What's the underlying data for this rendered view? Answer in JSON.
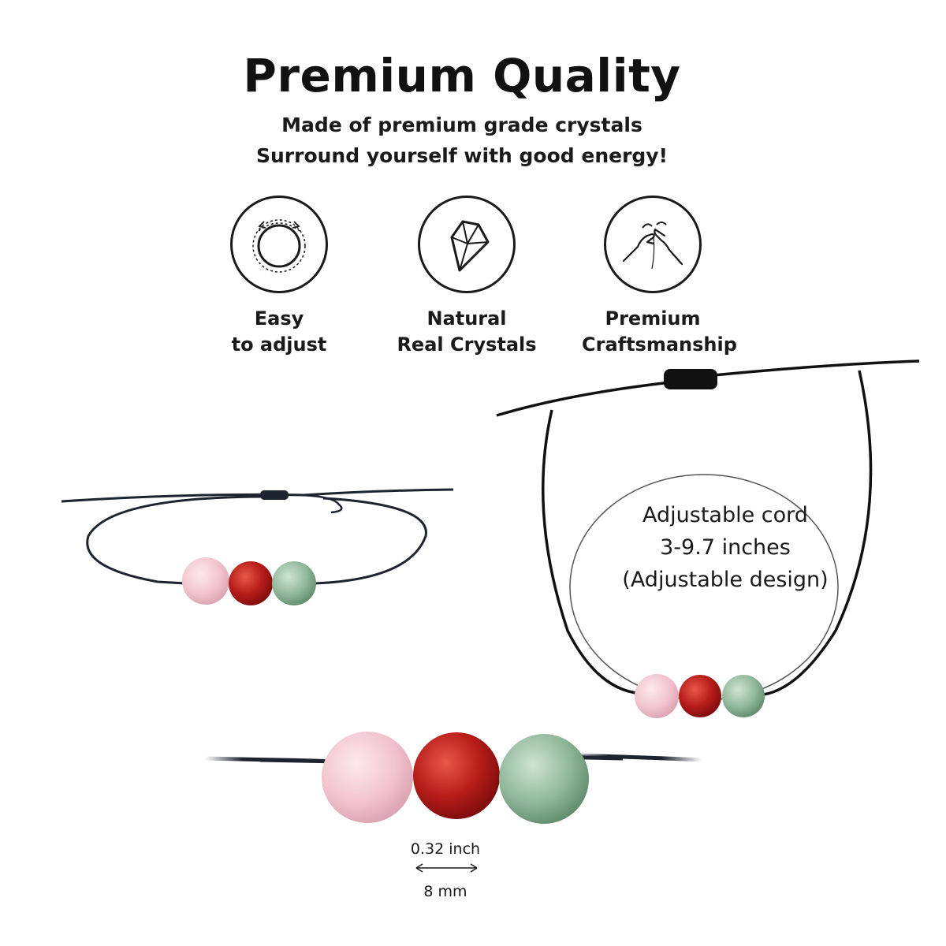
{
  "header": {
    "title": "Premium Quality",
    "subtitle_line1": "Made of premium grade crystals",
    "subtitle_line2": "Surround yourself with good energy!"
  },
  "features": [
    {
      "icon": "adjust-circle-icon",
      "line1": "Easy",
      "line2": "to adjust"
    },
    {
      "icon": "crystal-icon",
      "line1": "Natural",
      "line2": "Real Crystals"
    },
    {
      "icon": "hands-threading-icon",
      "line1": "Premium",
      "line2": "Craftsmanship"
    }
  ],
  "cord_info": {
    "line1": "Adjustable cord",
    "line2": "3-9.7 inches",
    "line3": "(Adjustable design)"
  },
  "bead_size": {
    "inches": "0.32 inch",
    "mm": "8 mm"
  },
  "colors": {
    "rose_quartz": "#f2c4cf",
    "carnelian": "#b81d1a",
    "aventurine": "#8fb79a",
    "cord": "#1e2330"
  }
}
